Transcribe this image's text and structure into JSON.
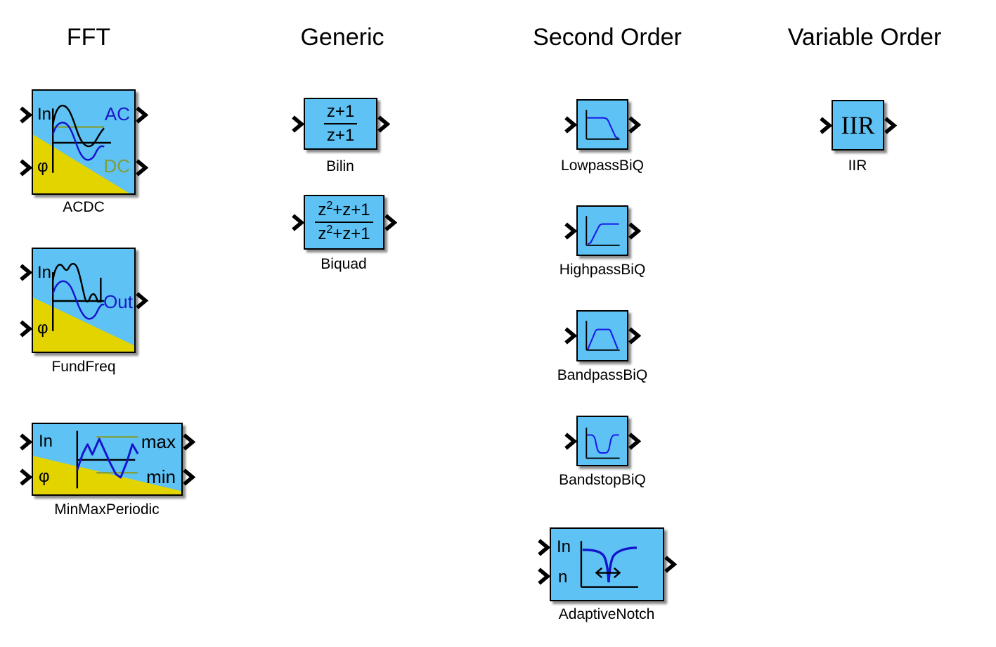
{
  "headers": {
    "fft": "FFT",
    "generic": "Generic",
    "second_order": "Second Order",
    "variable_order": "Variable Order"
  },
  "blocks": {
    "acdc": {
      "label": "ACDC",
      "in1": "In",
      "in2": "φ",
      "out1": "AC",
      "out2": "DC"
    },
    "fundfreq": {
      "label": "FundFreq",
      "in1": "In",
      "in2": "φ",
      "out1": "Out"
    },
    "minmaxperiodic": {
      "label": "MinMaxPeriodic",
      "in1": "In",
      "in2": "φ",
      "out1": "max",
      "out2": "min"
    },
    "bilin": {
      "label": "Bilin",
      "numerator": "z+1",
      "denominator": "z+1"
    },
    "biquad": {
      "label": "Biquad",
      "num_base": "z",
      "num_sup": "2",
      "num_rest": "+z+1",
      "den_base": "z",
      "den_sup": "2",
      "den_rest": "+z+1"
    },
    "lowpassbiq": {
      "label": "LowpassBiQ"
    },
    "highpassbiq": {
      "label": "HighpassBiQ"
    },
    "bandpassbiq": {
      "label": "BandpassBiQ"
    },
    "bandstopbiq": {
      "label": "BandstopBiQ"
    },
    "adaptivenotch": {
      "label": "AdaptiveNotch",
      "in1": "In",
      "in2": "n"
    },
    "iir": {
      "label": "IIR",
      "icon_text": "IIR"
    }
  },
  "icons": {
    "input_port": "chevron-right",
    "output_port": "chevron-right",
    "adaptive_notch_arrow": "left-right-arrow"
  },
  "colors": {
    "block_fill": "#5EC2F4",
    "accent_yellow": "#E3D400",
    "signal_blue": "#1414CC",
    "curve_blue": "#1A1AE8",
    "olive_green": "#7E9E3E",
    "text_black": "#000000",
    "background": "#FFFFFF"
  }
}
